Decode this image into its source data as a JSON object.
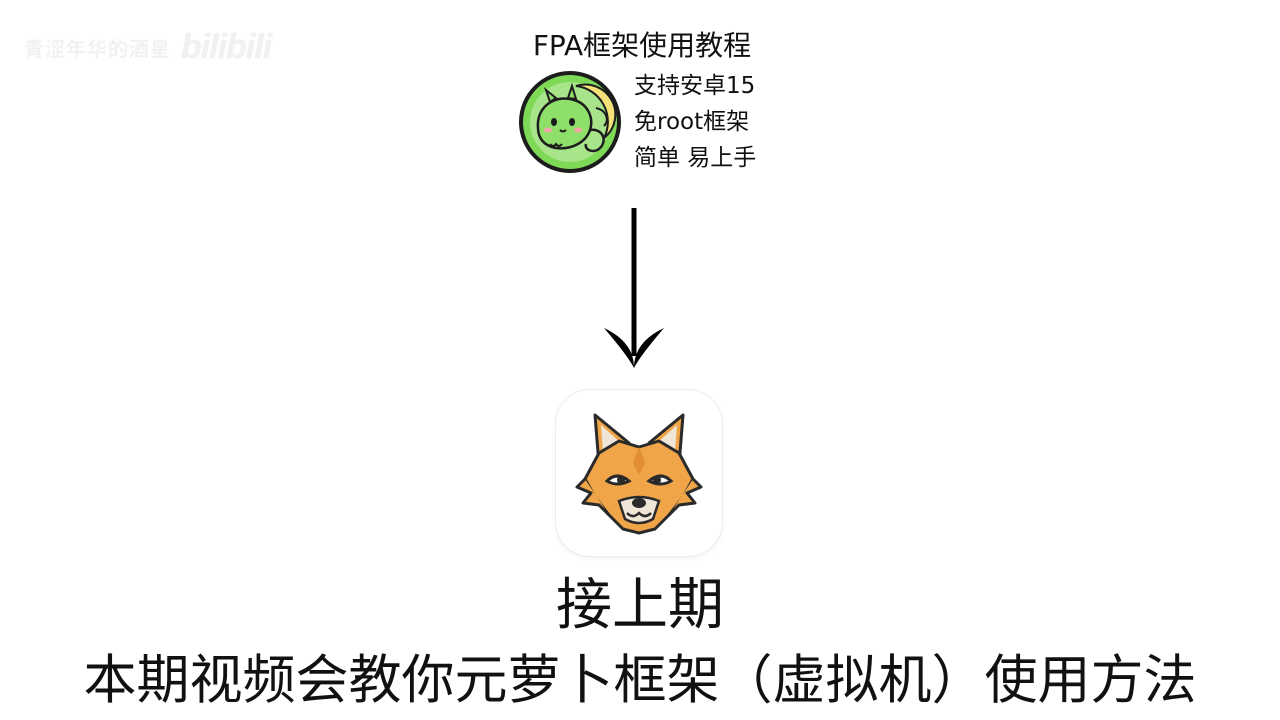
{
  "watermark": {
    "text": "青涩年华的酒星",
    "logo": "bilibili"
  },
  "fpa": {
    "title": "FPA框架使用教程",
    "features": [
      "支持安卓15",
      "免root框架",
      "简单 易上手"
    ]
  },
  "icons": {
    "fpa_app": "green-dragon-app-icon",
    "arrow": "arrow-down-icon",
    "fox_app": "fox-app-icon"
  },
  "captions": {
    "line1": "接上期",
    "line2": "本期视频会教你元萝卜框架（虚拟机）使用方法"
  },
  "colors": {
    "fpa_green": "#7ed957",
    "fpa_green_dark": "#1c1c1c",
    "fox_orange": "#f0a548",
    "text": "#111111"
  }
}
